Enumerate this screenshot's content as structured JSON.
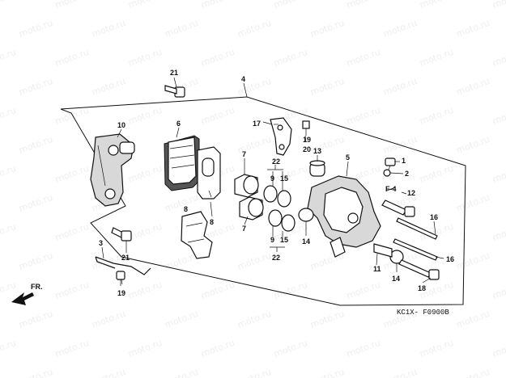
{
  "watermark": "moto.ru",
  "diagram_code": "KC1X- F0900B",
  "front_arrow_label": "FR.",
  "ref_label": "F-4",
  "callouts": {
    "c1": "1",
    "c2": "2",
    "c3": "3",
    "c4": "4",
    "c5": "5",
    "c6": "6",
    "c7a": "7",
    "c7b": "7",
    "c8a": "8",
    "c8b": "8",
    "c9a": "9",
    "c9b": "9",
    "c10": "10",
    "c11": "11",
    "c12": "12",
    "c13": "13",
    "c14a": "14",
    "c14b": "14",
    "c15a": "15",
    "c15b": "15",
    "c16a": "16",
    "c16b": "16",
    "c17": "17",
    "c18": "18",
    "c19a": "19",
    "c19b": "19",
    "c20": "20",
    "c21a": "21",
    "c21b": "21",
    "c22a": "22",
    "c22b": "22"
  }
}
